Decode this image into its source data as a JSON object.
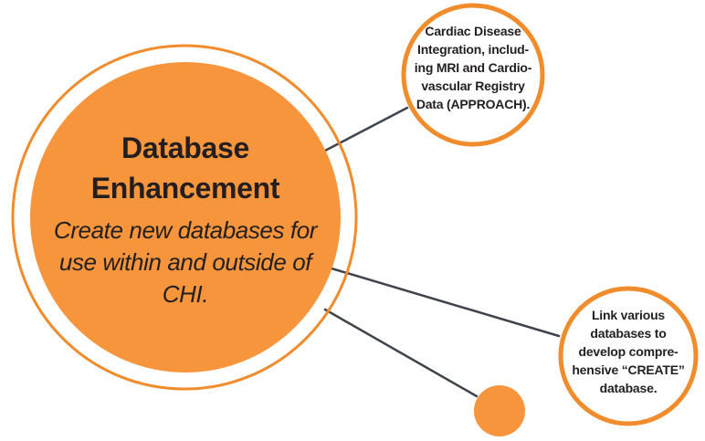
{
  "colors": {
    "background": "#FFFFFF",
    "orange_fill": "#F7953D",
    "orange_ring": "#F18C2D",
    "connector": "#3E444C",
    "text_dark": "#231F20",
    "callout_bg": "#FFFFFF"
  },
  "main_bubble": {
    "title": "Database Enhancement",
    "title_lines": [
      "Database",
      "Enhancement"
    ],
    "subtitle": "Create new databases for use within and outside of CHI.",
    "subtitle_lines": [
      "Create new databases for",
      "use within and outside of",
      "CHI."
    ]
  },
  "callouts": {
    "top": {
      "text": "Cardiac Disease Integration, including MRI and Cardiovascular Registry Data (APPROACH).",
      "lines": [
        "Cardiac Disease",
        "Integration, includ-",
        "ing MRI and Cardio-",
        "vascular Registry",
        "Data (APPROACH)."
      ]
    },
    "bottom": {
      "text": "Link various databases to develop comprehensive “CREATE” database.",
      "lines": [
        "Link various",
        "databases to",
        "develop compre-",
        "hensive “CREATE”",
        "database."
      ]
    }
  }
}
